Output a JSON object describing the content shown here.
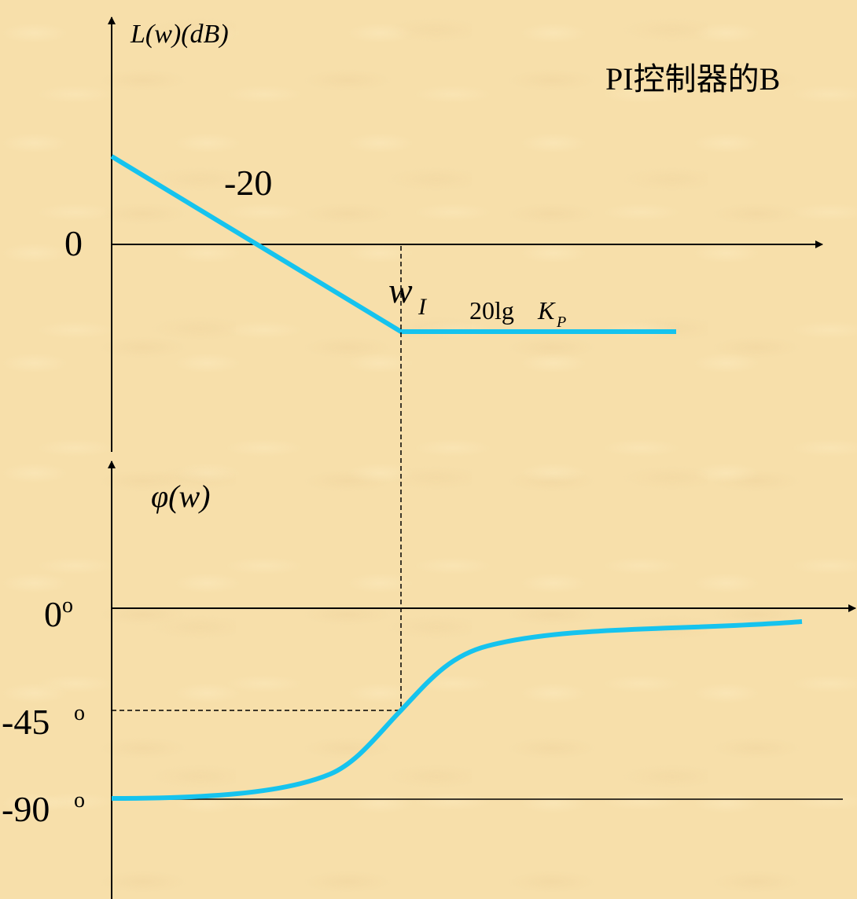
{
  "title": "PI控制器的B",
  "magnitude_plot": {
    "ylabel": "L(w)(dB)",
    "zero_label": "0",
    "slope_label": "-20",
    "corner_label": {
      "main": "w",
      "sub": "I"
    },
    "gain_label": {
      "prefix": "20lg",
      "main": "K",
      "sub": "P"
    }
  },
  "phase_plot": {
    "ylabel": "φ(w)",
    "ticks": [
      {
        "label": "0",
        "sup": "o"
      },
      {
        "label": "-45",
        "sup": "o"
      },
      {
        "label": "-90",
        "sup": "o"
      }
    ]
  },
  "colors": {
    "curve": "#16c3ee",
    "axis": "#000000",
    "background": "#f7dfaa"
  }
}
